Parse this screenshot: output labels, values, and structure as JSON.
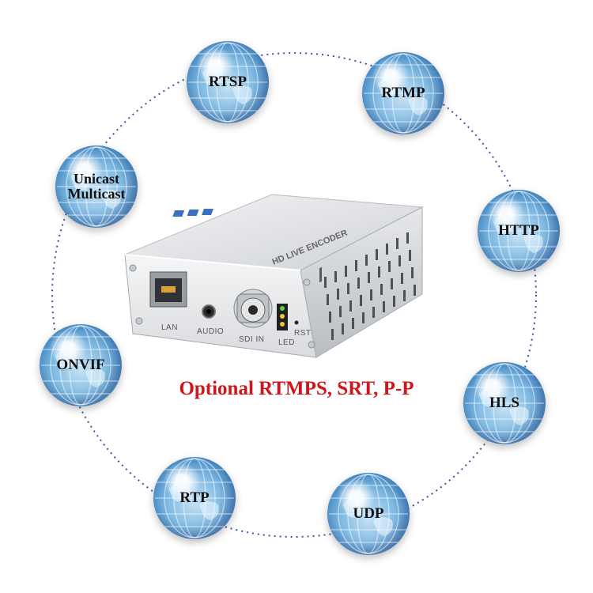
{
  "protocols": {
    "rtsp": "RTSP",
    "rtmp": "RTMP",
    "unicast": "Unicast",
    "multicast": "Multicast",
    "http": "HTTP",
    "onvif": "ONVIF",
    "hls": "HLS",
    "rtp": "RTP",
    "udp": "UDP"
  },
  "caption": "Optional RTMPS, SRT, P-P",
  "device": {
    "brand": "HD LIVE ENCODER",
    "ports": {
      "lan": "LAN",
      "audio": "AUDIO",
      "sdi_in": "SDI IN",
      "led": "LED",
      "rst": "RST"
    }
  },
  "colors": {
    "caption": "#d0161b",
    "ring": "#3a52a8",
    "globe": "#3f86c2"
  }
}
